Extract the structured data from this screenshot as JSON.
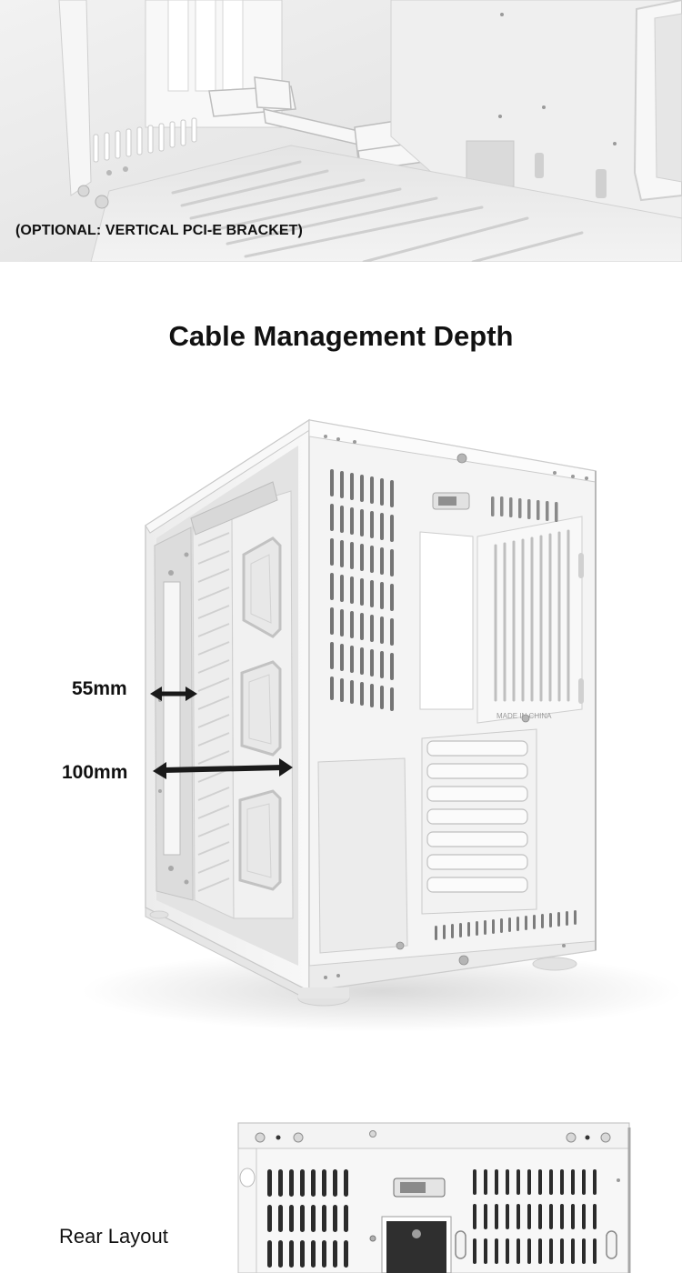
{
  "top_photo": {
    "caption": "(OPTIONAL: VERTICAL PCI-E BRACKET)"
  },
  "cable_section": {
    "title": "Cable Management Depth",
    "dimension_small": "55mm",
    "dimension_large": "100mm",
    "case_stamp": "MADE IN CHINA"
  },
  "rear_section": {
    "label": "Rear Layout"
  },
  "colors": {
    "background": "#ffffff",
    "case_white": "#f4f4f4",
    "case_shadow": "#d6d6d6",
    "arrow": "#1a1a1a",
    "text": "#111111"
  }
}
